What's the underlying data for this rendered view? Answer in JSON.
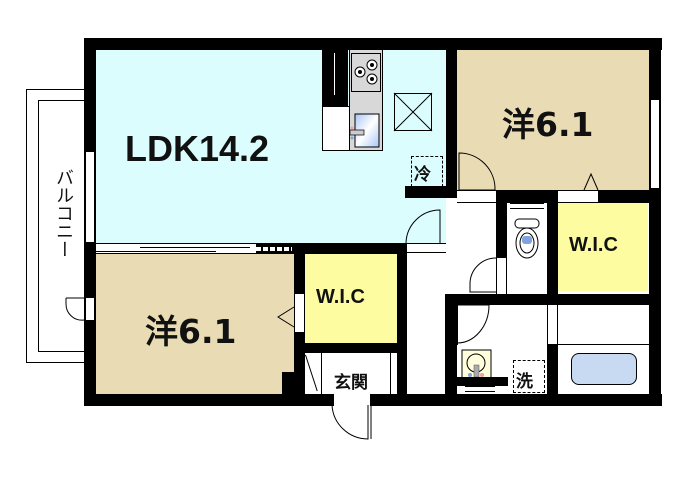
{
  "floor_plan": {
    "colors": {
      "wall": "#000000",
      "ldk_fill": "#dcfdfe",
      "western_room_fill": "#e9dcb5",
      "wic_fill": "#fefca0",
      "wet_area_fill": "#ffffff",
      "bathtub_fill": "#c8daf2",
      "kitchen_counter_fill": "#d8d8d8"
    },
    "rooms": {
      "ldk": {
        "label": "LDK14.2"
      },
      "western_top_right": {
        "label": "洋6.1"
      },
      "western_bottom_left": {
        "label": "洋6.1"
      },
      "wic_center": {
        "label": "W.I.C"
      },
      "wic_right": {
        "label": "W.I.C"
      },
      "entrance": {
        "label": "玄関"
      },
      "balcony": {
        "label": "バルコニー"
      }
    },
    "fixtures": {
      "refrigerator": {
        "label": "冷"
      },
      "washing_machine": {
        "label": "洗"
      }
    },
    "icons": [
      "stove-icon",
      "sink-icon",
      "toilet-icon",
      "bathtub-icon",
      "washbasin-icon",
      "storage-x-icon",
      "door-swing-icon"
    ]
  }
}
